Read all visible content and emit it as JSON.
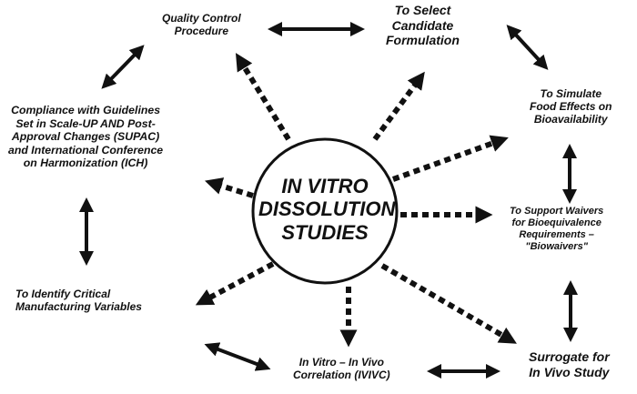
{
  "center": {
    "label": "IN VITRO\nDISSOLUTION\nSTUDIES"
  },
  "nodes": {
    "qc": "Quality Control\nProcedure",
    "candidate": "To Select\nCandidate\nFormulation",
    "food": "To Simulate\nFood Effects on\nBioavailability",
    "waivers": "To Support Waivers\nfor Bioequivalence\nRequirements –\n\"Biowaivers\"",
    "surrogate": "Surrogate for\nIn Vivo Study",
    "ivivc": "In Vitro – In Vivo\nCorrelation (IVIVC)",
    "critical": "To Identify Critical\nManufacturing Variables",
    "compliance": "Compliance with Guidelines\nSet in Scale-UP AND Post-\nApproval Changes (SUPAC)\nand International Conference\non Harmonization (ICH)"
  },
  "colors": {
    "ink": "#111111",
    "background": "#ffffff"
  }
}
